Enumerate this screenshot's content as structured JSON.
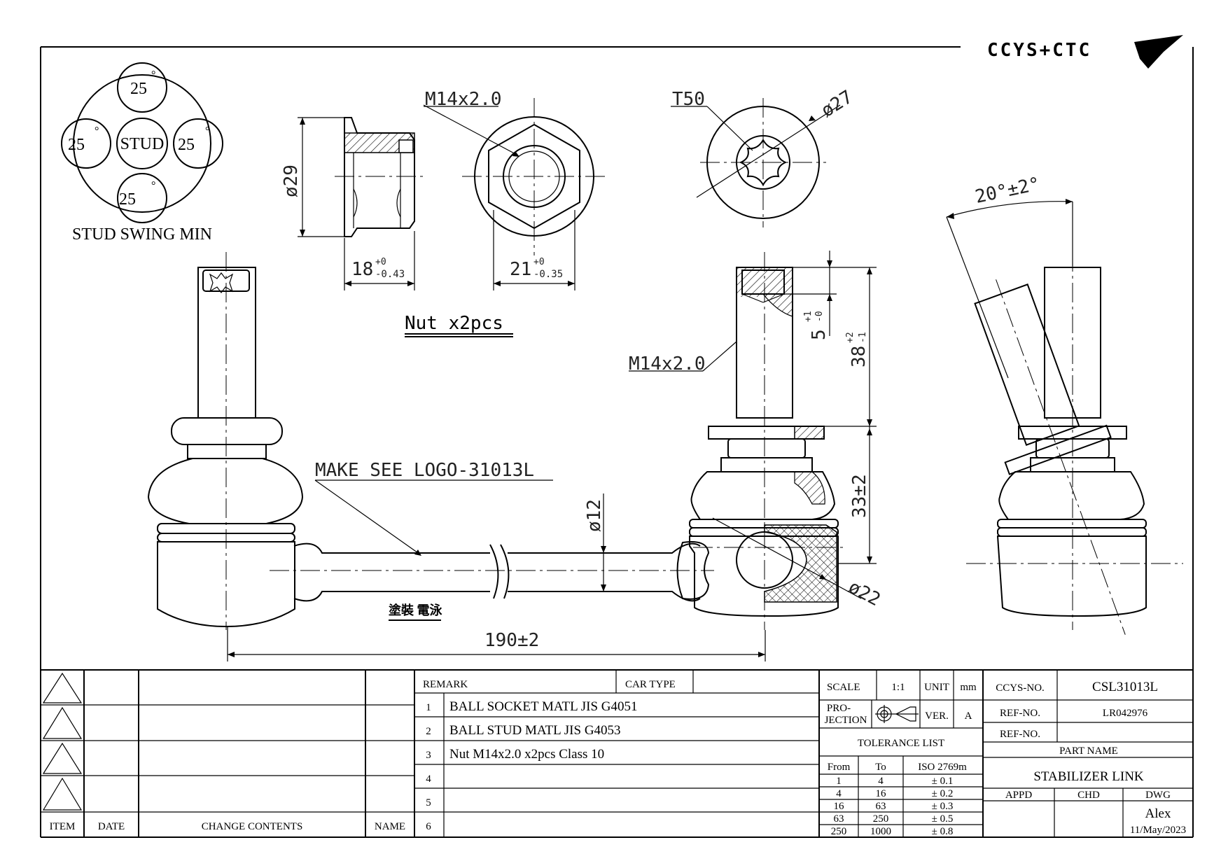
{
  "logo": {
    "text": "CCYS+CTC"
  },
  "swing": {
    "center_label": "STUD",
    "values": [
      "25",
      "25",
      "25",
      "25"
    ],
    "degree": "°",
    "caption": "STUD SWING MIN"
  },
  "nut": {
    "thread": "M14x2.0",
    "dia_label": "ø29",
    "width_main": "18",
    "width_tol_up": "+0",
    "width_tol_dn": "-0.43",
    "flat_main": "21",
    "flat_tol_up": "+0",
    "flat_tol_dn": "-0.35",
    "caption": "Nut x2pcs"
  },
  "torx": {
    "label": "T50",
    "dia_label": "ø27"
  },
  "main": {
    "make_note": "MAKE SEE LOGO-31013L",
    "rod_dia": "ø12",
    "length": "190±2",
    "coating": "塗裝 電泳",
    "thread": "M14x2.0",
    "stud_len_main": "38",
    "stud_len_up": "+2",
    "stud_len_dn": "-1",
    "socket_depth_main": "5",
    "socket_depth_up": "+1",
    "socket_depth_dn": "-0",
    "height": "33±2",
    "ball_dia": "ø22",
    "angle": "20°±2°"
  },
  "revisions": {
    "headers": [
      "ITEM",
      "DATE",
      "CHANGE CONTENTS",
      "NAME"
    ]
  },
  "remark": {
    "title": "REMARK",
    "car_type_label": "CAR TYPE",
    "car_type_value": "",
    "items": [
      {
        "no": "1",
        "text": "BALL SOCKET MATL JIS G4051"
      },
      {
        "no": "2",
        "text": "BALL STUD MATL JIS G4053"
      },
      {
        "no": "3",
        "text": "Nut M14x2.0 x2pcs Class 10"
      },
      {
        "no": "4",
        "text": ""
      },
      {
        "no": "5",
        "text": ""
      },
      {
        "no": "6",
        "text": ""
      }
    ]
  },
  "spec": {
    "scale_label": "SCALE",
    "scale_value": "1:1",
    "unit_label": "UNIT",
    "unit_value": "mm",
    "projection_label_1": "PRO-",
    "projection_label_2": "JECTION",
    "ver_label": "VER.",
    "ver_value": "A",
    "tolerance_title": "TOLERANCE LIST",
    "tolerance_headers": [
      "From",
      "To",
      "ISO 2769m"
    ],
    "tolerance_rows": [
      [
        "1",
        "4",
        "± 0.1"
      ],
      [
        "4",
        "16",
        "± 0.2"
      ],
      [
        "16",
        "63",
        "± 0.3"
      ],
      [
        "63",
        "250",
        "± 0.5"
      ],
      [
        "250",
        "1000",
        "± 0.8"
      ]
    ]
  },
  "title_block": {
    "ccys_no_label": "CCYS-NO.",
    "ccys_no_value": "CSL31013L",
    "ref_no_label": "REF-NO.",
    "ref_no_value": "LR042976",
    "ref_no2_label": "REF-NO.",
    "ref_no2_value": "",
    "part_name_label": "PART NAME",
    "part_name_value": "STABILIZER LINK",
    "appd_label": "APPD",
    "chd_label": "CHD",
    "dwg_label": "DWG",
    "drawer": "Alex",
    "date": "11/May/2023"
  }
}
